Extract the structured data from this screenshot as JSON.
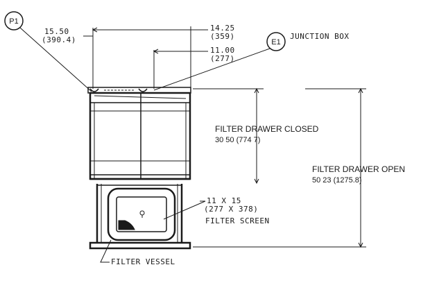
{
  "callouts": {
    "p1": "P1",
    "e1": "E1",
    "junction_box": "JUNCTION BOX"
  },
  "dimensions": {
    "d1_in": "15.50",
    "d1_mm": "(390.4)",
    "d2_in": "14.25",
    "d2_mm": "(359)",
    "d3_in": "11.00",
    "d3_mm": "(277)",
    "screen_in": "11 X 15",
    "screen_mm": "(277 X 378)"
  },
  "labels": {
    "drawer_closed_title": "FILTER DRAWER CLOSED",
    "drawer_closed_value": "30 50 (774 7)",
    "drawer_open_title": "FILTER DRAWER OPEN",
    "drawer_open_value": "50 23 (1275.8)",
    "filter_screen": "FILTER SCREEN",
    "filter_vessel": "FILTER VESSEL"
  }
}
